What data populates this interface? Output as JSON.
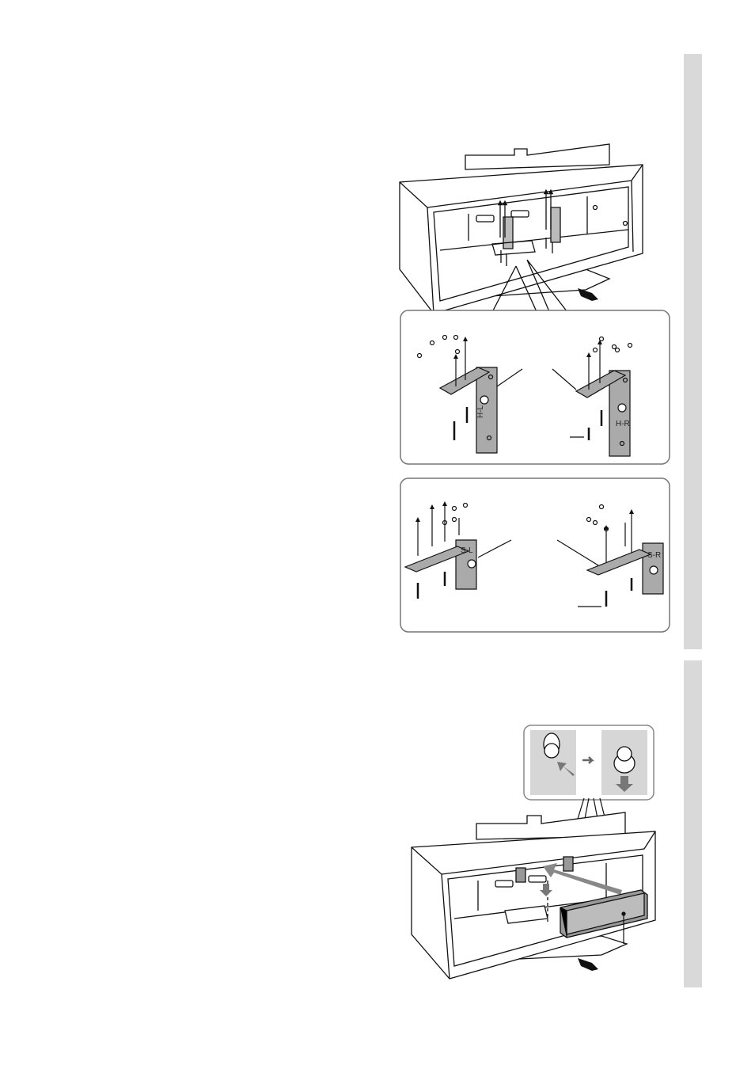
{
  "page": {
    "background": "#ffffff",
    "tab_color": "#d9d9d9"
  },
  "bracket_labels": {
    "h_left": "H-L",
    "h_right": "H-R",
    "s_left": "S-L",
    "s_right": "S-R"
  }
}
